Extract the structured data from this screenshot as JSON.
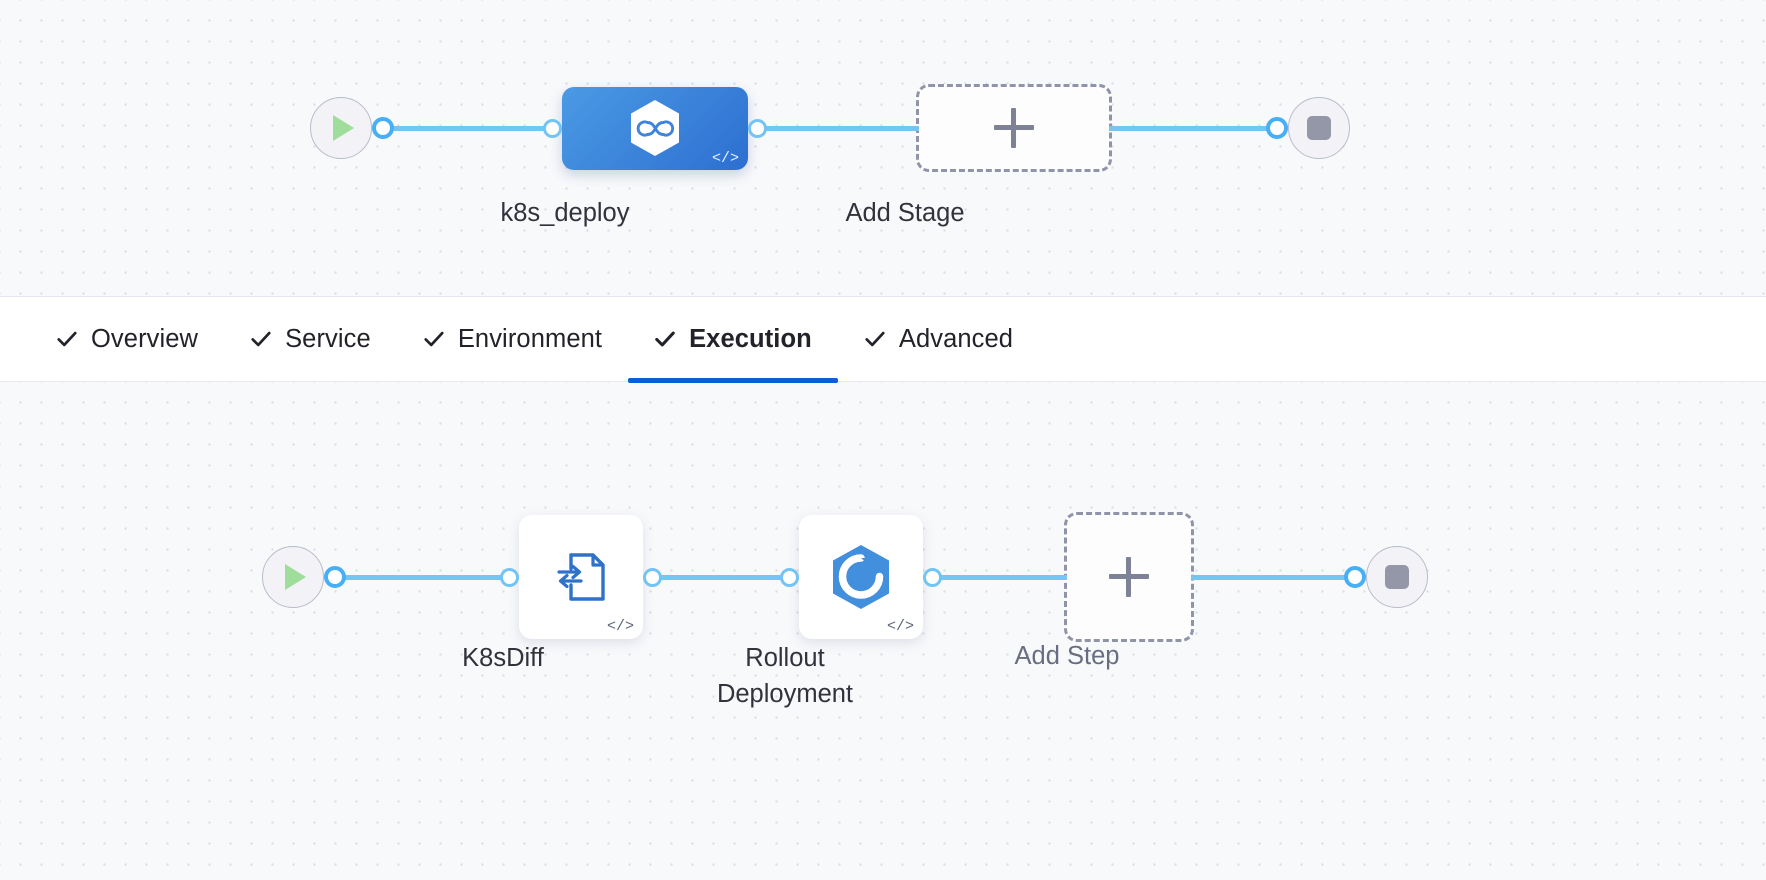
{
  "theme": {
    "accent": "#0b5fd6",
    "link_color": "#74c6f2",
    "stage_node_color": "#2d6fd1",
    "canvas_bg": "#f8f9fb",
    "start_icon_color": "#9fdd9b",
    "stop_icon_color": "#9497a8",
    "dashed_border_color": "#8f94a8"
  },
  "stage_graph": {
    "start_node": {
      "icon": "play-icon"
    },
    "end_node": {
      "icon": "stop-icon"
    },
    "stage": {
      "label": "k8s_deploy",
      "icon": "kubernetes-hexagon-infinity-icon",
      "badge": "</>"
    },
    "add_stage": {
      "label": "Add Stage",
      "icon": "plus-icon"
    }
  },
  "tabs": {
    "items": [
      {
        "label": "Overview",
        "icon": "check-icon",
        "active": false
      },
      {
        "label": "Service",
        "icon": "check-icon",
        "active": false
      },
      {
        "label": "Environment",
        "icon": "check-icon",
        "active": false
      },
      {
        "label": "Execution",
        "icon": "check-icon",
        "active": true
      },
      {
        "label": "Advanced",
        "icon": "check-icon",
        "active": false
      }
    ]
  },
  "step_graph": {
    "start_node": {
      "icon": "play-icon"
    },
    "end_node": {
      "icon": "stop-icon"
    },
    "steps": [
      {
        "label": "K8sDiff",
        "icon": "k8s-diff-document-arrows-icon",
        "badge": "</>"
      },
      {
        "label": "Rollout\nDeployment",
        "icon": "rollout-deployment-hexagon-refresh-icon",
        "badge": "</>"
      }
    ],
    "add_step": {
      "label": "Add Step",
      "icon": "plus-icon"
    }
  }
}
